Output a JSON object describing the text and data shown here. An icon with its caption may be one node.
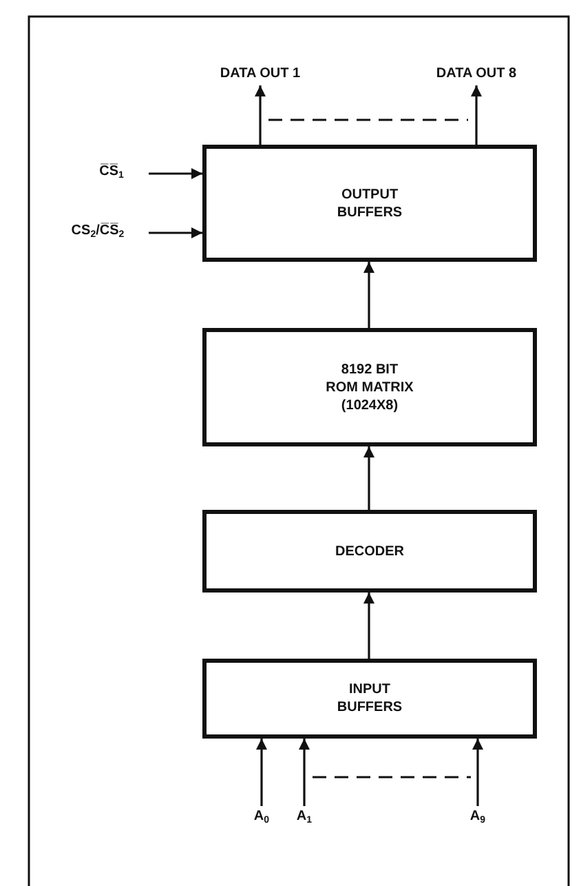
{
  "diagram": {
    "nodes": [
      {
        "text": [
          "OUTPUT BUFFERS"
        ]
      },
      {
        "text": [
          "8192 BIT ROM MATRIX (1024X8)"
        ]
      },
      {
        "text": [
          "DECODER"
        ]
      },
      {
        "text": [
          "INPUT BUFFERS"
        ]
      },
      {
        "text": [
          "DATA OUT 1"
        ]
      },
      {
        "text": [
          "DATA OUT 8"
        ]
      },
      {
        "text": [
          "C̅S̅$_{1}$"
        ]
      },
      {
        "text": [
          "CS$_{2}$/C̅S̅$_{2}$"
        ]
      },
      {
        "text": [
          "A$_{0}$"
        ]
      },
      {
        "text": [
          "A$_{1}$"
        ]
      },
      {
        "text": [
          "A$_{9}$"
        ]
      }
    ],
    "edges": [
      {
        "from": 0,
        "to": 4,
        "arrow": "to"
      },
      {
        "from": 0,
        "to": 5,
        "arrow": "to"
      },
      {
        "from": 6,
        "to": 0,
        "arrow": "to"
      },
      {
        "from": 7,
        "to": 0,
        "arrow": "to"
      },
      {
        "from": 1,
        "to": 0,
        "arrow": "to"
      },
      {
        "from": 2,
        "to": 1,
        "arrow": "to"
      },
      {
        "from": 3,
        "to": 2,
        "arrow": "to"
      },
      {
        "from": 8,
        "to": 3,
        "arrow": "to"
      },
      {
        "from": 9,
        "to": 3,
        "arrow": "to"
      },
      {
        "from": 10,
        "to": 3,
        "arrow": "to"
      }
    ]
  }
}
